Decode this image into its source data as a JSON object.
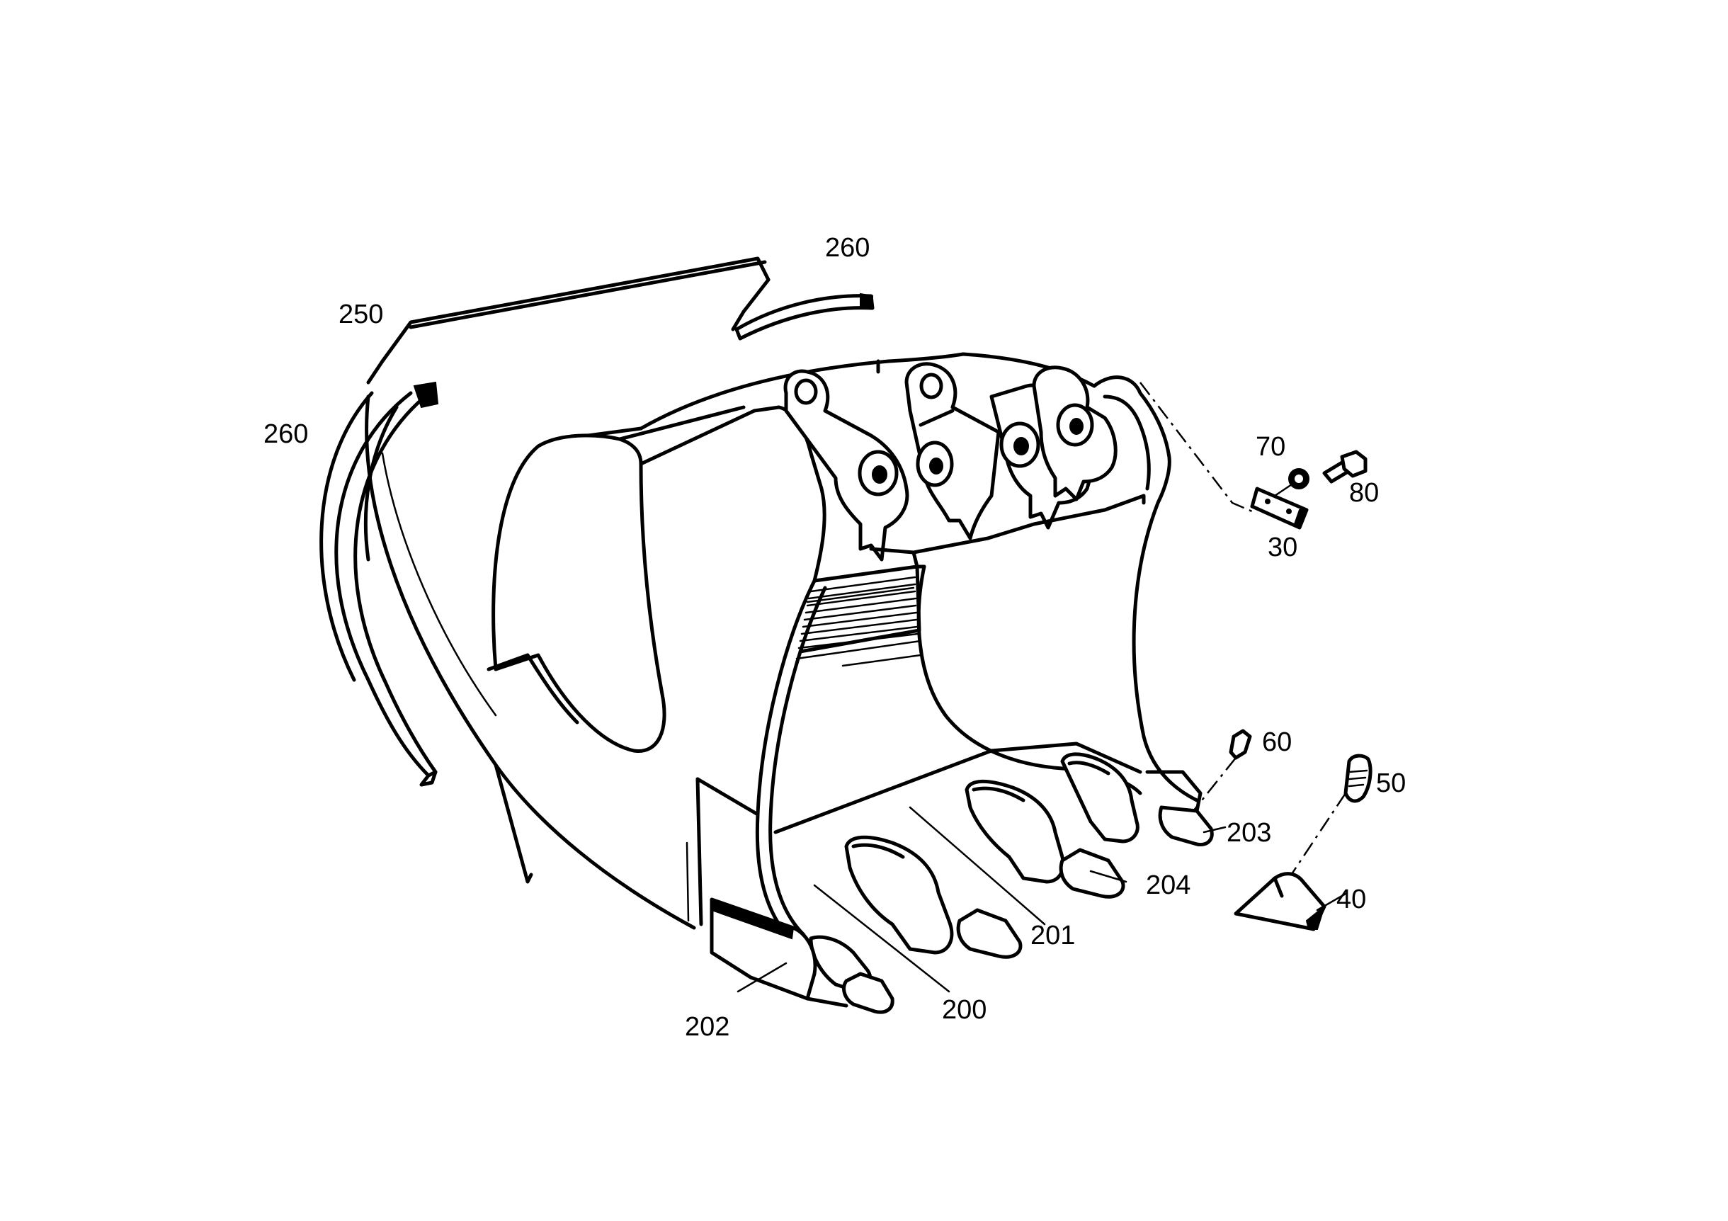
{
  "labels": {
    "p260_top": "260",
    "p250": "250",
    "p260_left": "260",
    "p70": "70",
    "p80": "80",
    "p30": "30",
    "p60": "60",
    "p50": "50",
    "p203": "203",
    "p204": "204",
    "p40": "40",
    "p201": "201",
    "p200": "200",
    "p202": "202"
  },
  "colors": {
    "ink": "#000000",
    "paper": "#ffffff"
  }
}
